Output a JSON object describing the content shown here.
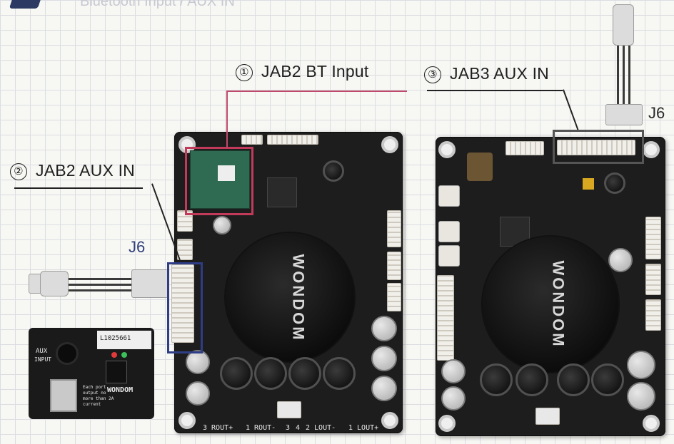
{
  "header": {
    "subtitle": "Bluetooth Input / AUX IN"
  },
  "callouts": {
    "c1": {
      "num": "①",
      "label": "JAB2 BT Input"
    },
    "c2": {
      "num": "②",
      "label": "JAB2 AUX IN"
    },
    "c3": {
      "num": "③",
      "label": "JAB3 AUX IN"
    }
  },
  "j6_left": "J6",
  "j6_right": "J6",
  "brand": "WONDOM",
  "aux_module": {
    "label_aux": "AUX",
    "label_input": "INPUT",
    "sticker": "L1025661",
    "usb_note": "Each port output no more than 2A current",
    "brand": "WONDOM"
  },
  "board_left": {
    "silk_bottom": [
      "3 ROUT+",
      "1 ROUT-",
      "3",
      "4",
      "2 LOUT-",
      "1 LOUT+"
    ]
  },
  "colors": {
    "highlight_red": "#c23a5a",
    "highlight_blue": "#2e3d86",
    "highlight_gray": "#555555"
  }
}
